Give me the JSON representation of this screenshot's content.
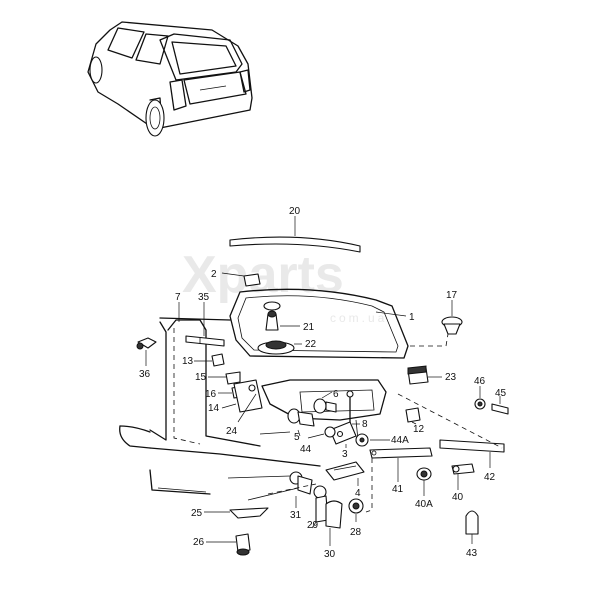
{
  "watermark": {
    "brand": "Xparts",
    "sub": "com.ua"
  },
  "callouts": {
    "c20": "20",
    "c2": "2",
    "c7": "7",
    "c35": "35",
    "c1": "1",
    "c17": "17",
    "c21": "21",
    "c22": "22",
    "c36": "36",
    "c13": "13",
    "c23": "23",
    "c15": "15",
    "c16": "16",
    "c14": "14",
    "c46": "46",
    "c45": "45",
    "c6": "6",
    "c5": "5",
    "c8": "8",
    "c12": "12",
    "c24": "24",
    "c44": "44",
    "c44a": "44A",
    "c3": "3",
    "c41": "41",
    "c42": "42",
    "c4": "4",
    "c40": "40",
    "c40a": "40A",
    "c25": "25",
    "c31": "31",
    "c29": "29",
    "c28": "28",
    "c26": "26",
    "c30": "30",
    "c43": "43"
  }
}
